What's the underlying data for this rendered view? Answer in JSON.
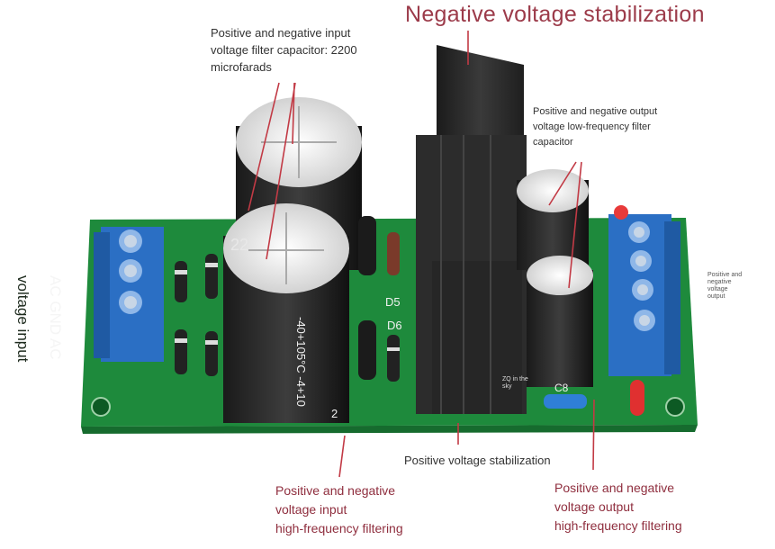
{
  "titles": {
    "main": "Negative voltage stabilization"
  },
  "labels": {
    "input_filter_cap": "Positive and negative input\nvoltage filter capacitor: 2200\n microfarads",
    "output_lf_cap": "Positive and negative output\nvoltage low-frequency filter\ncapacitor",
    "positive_stab": "Positive voltage stabilization",
    "input_hf": "Positive and negative\nvoltage input\nhigh-frequency filtering",
    "output_hf": "Positive and negative\nvoltage output\nhigh-frequency filtering",
    "output_side": "Positive and negative\nvoltage output",
    "ac_input_l1": "AC GND AC",
    "ac_input_l2": "voltage input",
    "zq_note": "ZQ in the\nsky"
  },
  "silkscreen": {
    "d5": "D5",
    "d6": "D6",
    "c8": "C8",
    "cap_rating": "-40+105°C -4+10",
    "cap_mark": "22",
    "num_2": "2"
  },
  "colors": {
    "pcb": "#1e8a3c",
    "terminal": "#2b6fc4",
    "heatsink": "#2a2a2a",
    "label_red": "#8f2e3e",
    "pointer": "#c23a45"
  }
}
